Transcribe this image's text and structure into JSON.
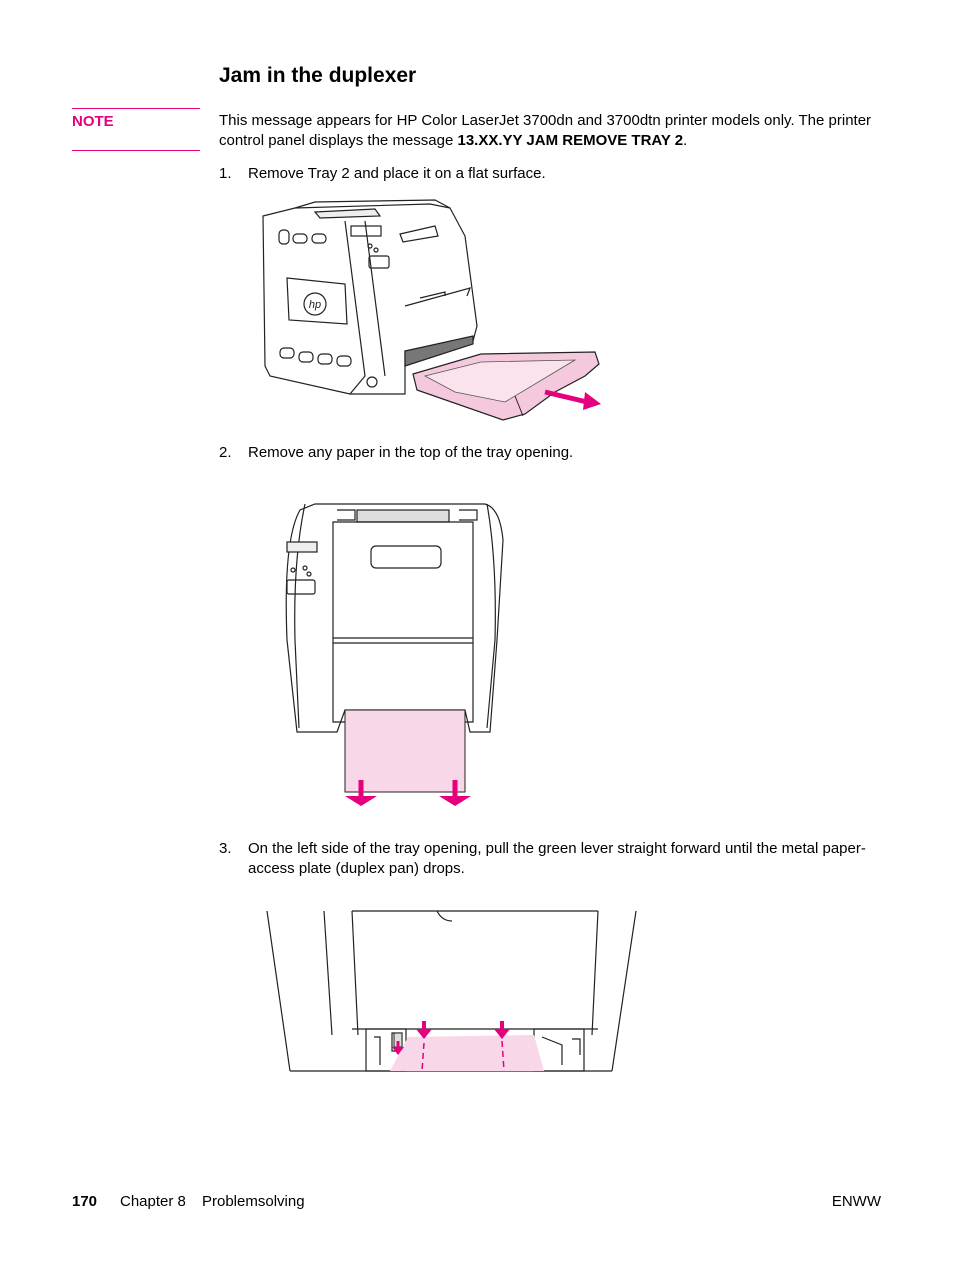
{
  "heading": "Jam in the duplexer",
  "note": {
    "label": "NOTE",
    "text_before": "This message appears for HP Color LaserJet 3700dn and 3700dtn printer models only. The printer control panel displays the message ",
    "text_bold": "13.XX.YY JAM REMOVE TRAY 2",
    "text_after": "."
  },
  "steps": [
    {
      "num": "1.",
      "text": "Remove Tray 2 and place it on a flat surface."
    },
    {
      "num": "2.",
      "text": "Remove any paper in the top of the tray opening."
    },
    {
      "num": "3.",
      "text": "On the left side of the tray opening, pull the green lever straight forward until the metal paper-access plate (duplex pan) drops."
    }
  ],
  "figures": {
    "logo_text": "hp"
  },
  "colors": {
    "accent": "#e6007e",
    "paper_pink": "#f8d7e8",
    "tray_pink": "#f5c9dd"
  },
  "footer": {
    "page_number": "170",
    "chapter": "Chapter 8",
    "section": "Problemsolving",
    "right": "ENWW"
  }
}
